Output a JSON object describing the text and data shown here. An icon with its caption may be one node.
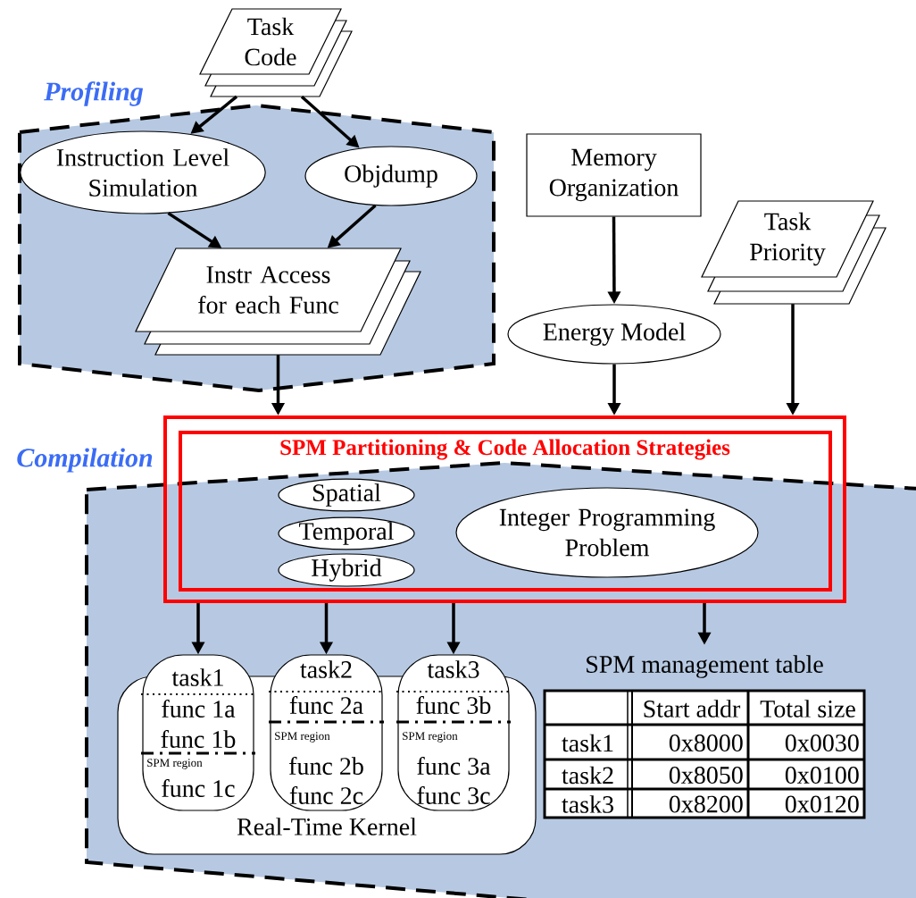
{
  "diagram": {
    "nodes": [
      {
        "text": [
          "Profiling"
        ]
      },
      {
        "text": [
          "Task Code"
        ]
      },
      {
        "text": [
          "Instruction Level Simulation"
        ],
        "in": 0
      },
      {
        "text": [
          "Objdump"
        ],
        "in": 0
      },
      {
        "text": [
          "Instr Access for each Func"
        ],
        "in": 0
      },
      {
        "text": [
          "Memory Organization"
        ]
      },
      {
        "text": [
          "Task Priority"
        ]
      },
      {
        "text": [
          "Energy Model"
        ]
      },
      {
        "text": [
          "Compilation"
        ]
      },
      {
        "text": [
          "SPM Partitioning & Code Allocation Strategies"
        ]
      },
      {
        "text": [
          "Spatial"
        ]
      },
      {
        "text": [
          "Temporal"
        ]
      },
      {
        "text": [
          "Hybrid"
        ]
      },
      {
        "text": [
          "Integer Programming Problem"
        ]
      },
      {
        "text": [
          "Real-Time Kernel"
        ],
        "in": 8
      },
      {
        "text": [
          "task1",
          "func 1a",
          "func 1b",
          "SPM region",
          "func 1c"
        ],
        "in": 8
      },
      {
        "text": [
          "task2",
          "func 2a",
          "SPM region",
          "func 2b",
          "func 2c"
        ],
        "in": 8
      },
      {
        "text": [
          "task3",
          "func 3b",
          "SPM region",
          "func 3a",
          "func 3c"
        ],
        "in": 8
      },
      {
        "text": [
          "SPM management table"
        ],
        "in": 8
      }
    ],
    "edges": [
      {
        "from": 1,
        "to": 2,
        "arrow": "to"
      },
      {
        "from": 1,
        "to": 3,
        "arrow": "to"
      },
      {
        "from": 2,
        "to": 4,
        "arrow": "to"
      },
      {
        "from": 3,
        "to": 4,
        "arrow": "to"
      },
      {
        "from": 4,
        "to": 9,
        "arrow": "to"
      },
      {
        "from": 5,
        "to": 7,
        "arrow": "to"
      },
      {
        "from": 7,
        "to": 9,
        "arrow": "to"
      },
      {
        "from": 6,
        "to": 9,
        "arrow": "to"
      },
      {
        "from": 9,
        "to": 15,
        "arrow": "to"
      },
      {
        "from": 9,
        "to": 16,
        "arrow": "to"
      },
      {
        "from": 9,
        "to": 17,
        "arrow": "to"
      },
      {
        "from": 9,
        "to": 18,
        "arrow": "to"
      }
    ],
    "labels": [
      "Start addr",
      "Total size",
      "task1",
      "0x8000",
      "0x0030",
      "task2",
      "0x8050",
      "0x0100",
      "task3",
      "0x8200",
      "0x0120"
    ]
  }
}
